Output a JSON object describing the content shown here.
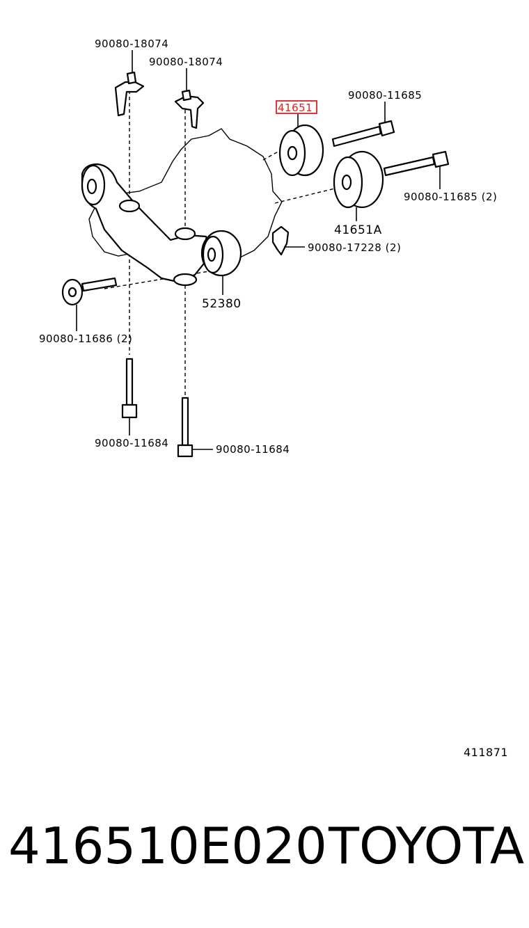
{
  "labels": {
    "l1": "90080-18074",
    "l2": "90080-18074",
    "l3": "90080-11685",
    "l4": "41651",
    "l5": "90080-11685 (2)",
    "l6": "41651A",
    "l7": "90080-17228 (2)",
    "l8": "52380",
    "l9": "90080-11686 (2)",
    "l10": "90080-11684",
    "l11": "90080-11684"
  },
  "highlight_color": "#e02020",
  "reference_code": "411871",
  "footer": {
    "part_number": "416510E020",
    "brand": "TOYOTA"
  }
}
